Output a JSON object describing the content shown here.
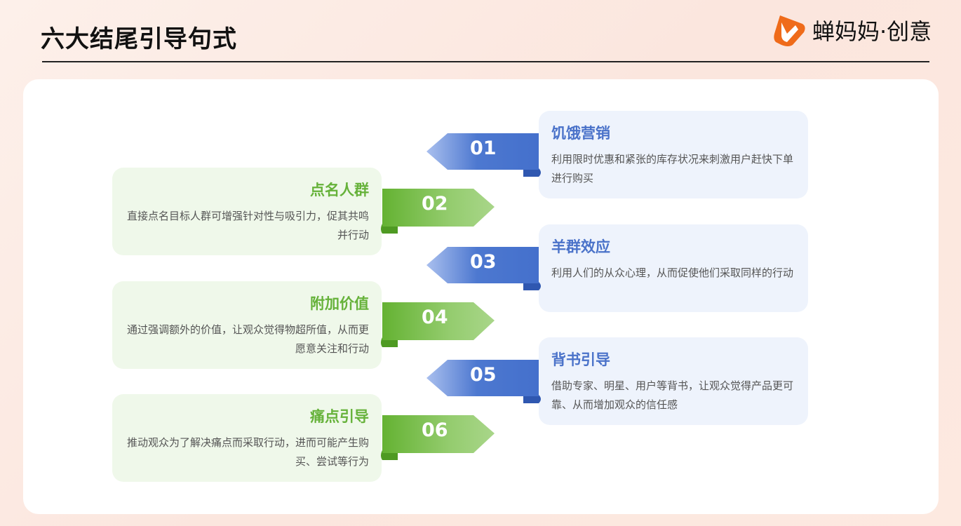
{
  "header": {
    "title": "六大结尾引导句式",
    "logo_text": "蝉妈妈·创意"
  },
  "colors": {
    "blue": "#4a72c9",
    "green": "#66b23a"
  },
  "items": [
    {
      "num": "01",
      "title": "饥饿营销",
      "desc": "利用限时优惠和紧张的库存状况来刺激用户赶快下单进行购买",
      "side": "right"
    },
    {
      "num": "02",
      "title": "点名人群",
      "desc": "直接点名目标人群可增强针对性与吸引力，促其共鸣并行动",
      "side": "left"
    },
    {
      "num": "03",
      "title": "羊群效应",
      "desc": "利用人们的从众心理，从而促使他们采取同样的行动",
      "side": "right"
    },
    {
      "num": "04",
      "title": "附加价值",
      "desc": "通过强调额外的价值，让观众觉得物超所值，从而更愿意关注和行动",
      "side": "left"
    },
    {
      "num": "05",
      "title": "背书引导",
      "desc": "借助专家、明星、用户等背书，让观众觉得产品更可靠、从而增加观众的信任感",
      "side": "right"
    },
    {
      "num": "06",
      "title": "痛点引导",
      "desc": "推动观众为了解决痛点而采取行动，进而可能产生购买、尝试等行为",
      "side": "left"
    }
  ]
}
